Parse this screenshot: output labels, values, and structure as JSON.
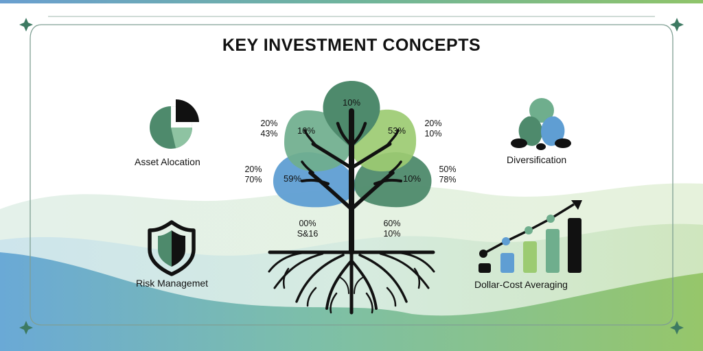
{
  "title": "KEY INVESTMENT CONCEPTS",
  "concepts": {
    "asset_allocation": "Asset Alocation",
    "diversification": "Diversification",
    "risk_management": "Risk Managemet",
    "dollar_cost_averaging": "Dollar-Cost Averaging"
  },
  "leaves": {
    "top": "10%",
    "upper_left": "10%",
    "upper_right": "53%",
    "lower_left": "59%",
    "lower_right": "10%"
  },
  "side_labels": {
    "left_upper": [
      "20%",
      "43%"
    ],
    "right_upper": [
      "20%",
      "10%"
    ],
    "left_lower": [
      "20%",
      "70%"
    ],
    "right_lower": [
      "50%",
      "78%"
    ],
    "bottom_left": [
      "00%",
      "S&16"
    ],
    "bottom_right": [
      "60%",
      "10%"
    ]
  },
  "colors": {
    "dark_green": "#4e8a6c",
    "mid_green": "#6fae8d",
    "light_green": "#9ccb72",
    "blue": "#5f9ed3",
    "ink": "#111111"
  }
}
